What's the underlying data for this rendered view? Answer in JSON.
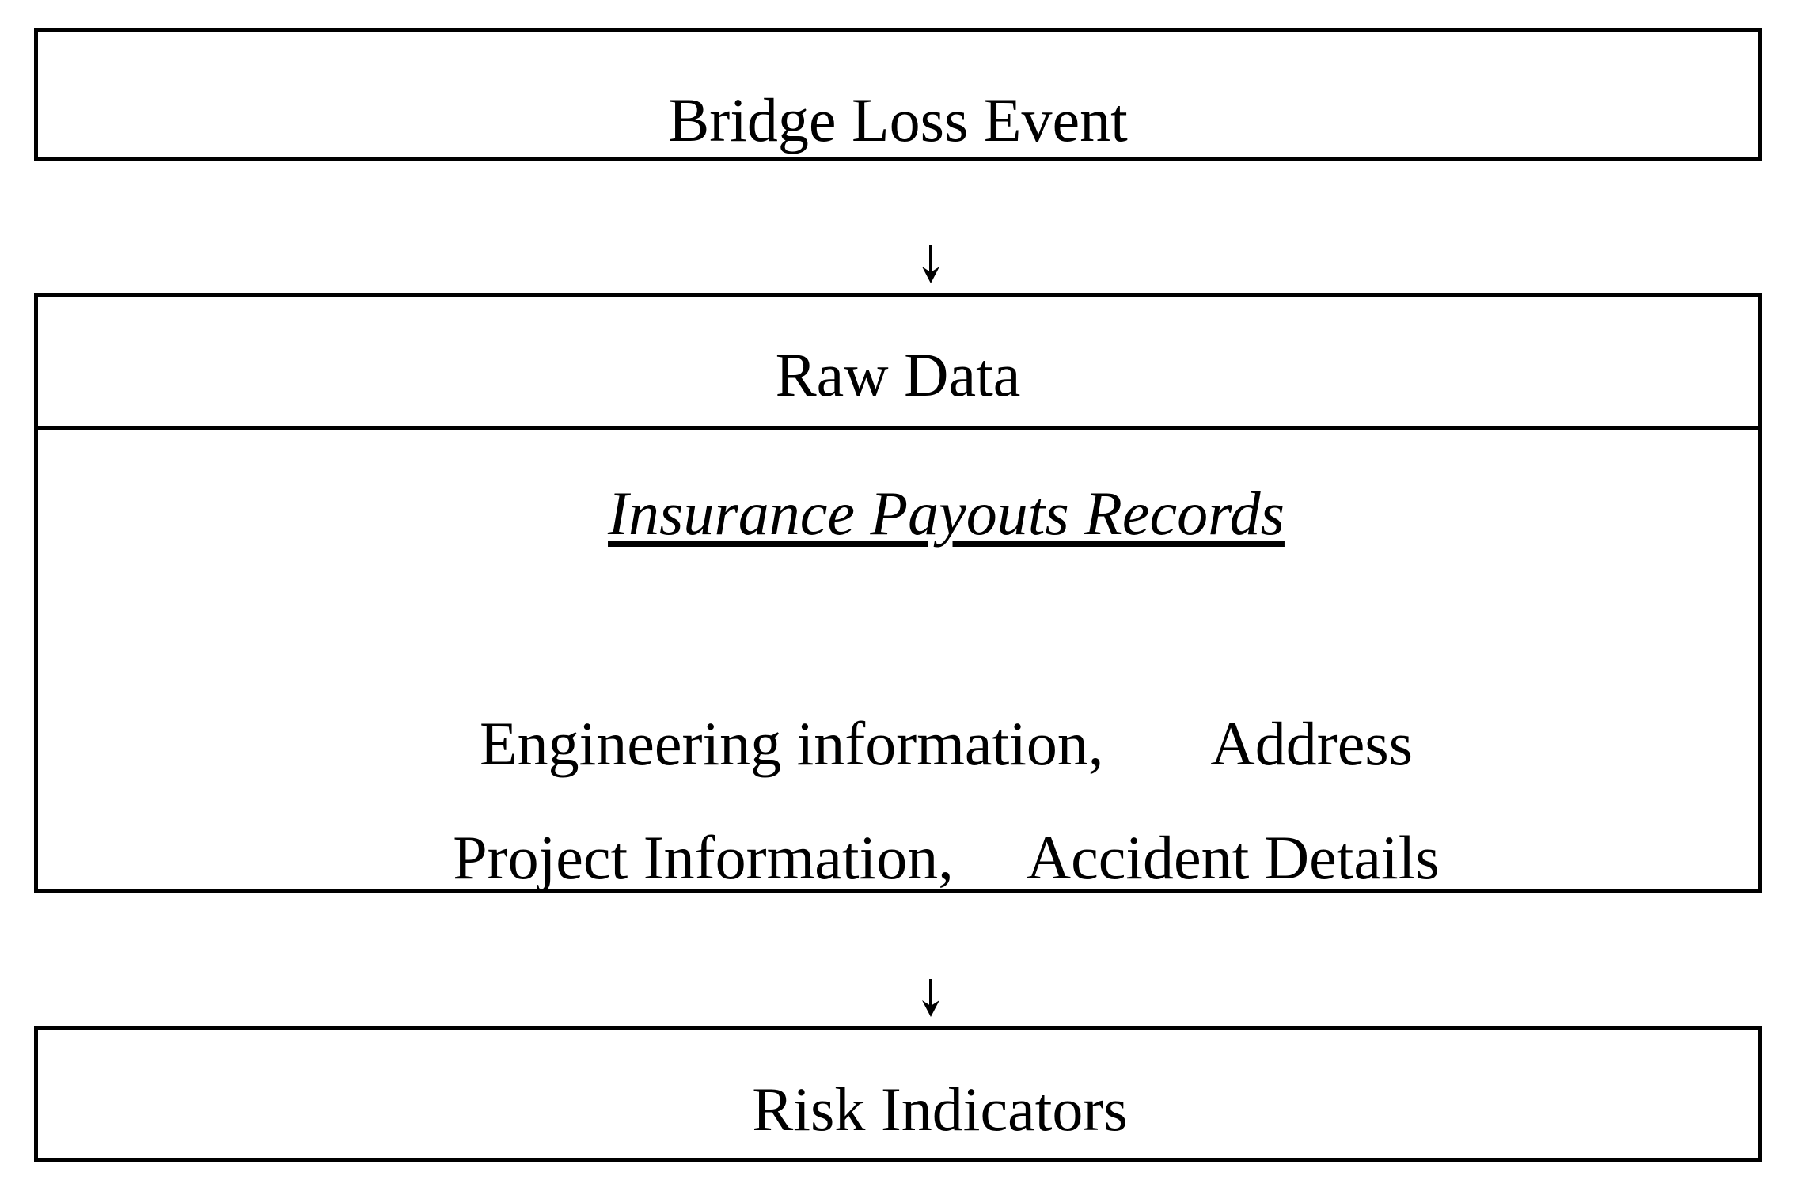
{
  "colors": {
    "background": "#ffffff",
    "foreground": "#000000",
    "border": "#000000"
  },
  "top_box": {
    "title": "Bridge Loss Event"
  },
  "connectors": [
    {
      "icon": "down-arrow",
      "glyph": "↓"
    },
    {
      "icon": "down-arrow",
      "glyph": "↓"
    }
  ],
  "raw_data_box": {
    "header": "Raw Data",
    "record_title": "Insurance Payouts Records",
    "rows": [
      {
        "left": "Engineering information,",
        "right": "Address"
      },
      {
        "left": "Project Information,",
        "right": "Accident Details"
      }
    ]
  },
  "bottom_box": {
    "title": "Risk Indicators"
  }
}
